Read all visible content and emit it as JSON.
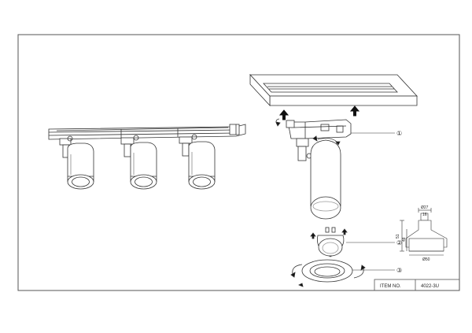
{
  "title_block": {
    "item_label": "ITEM NO.",
    "item_value": "4022-3U"
  },
  "callouts": {
    "one": "①",
    "two": "②",
    "three": "③"
  },
  "dimensions": {
    "top_diameter": "Ø27",
    "neck": "16",
    "height_a": "51",
    "height_b": "48",
    "base_diameter": "Ø50"
  },
  "colors": {
    "line": "#333333",
    "frame": "#555555",
    "background": "#ffffff"
  }
}
